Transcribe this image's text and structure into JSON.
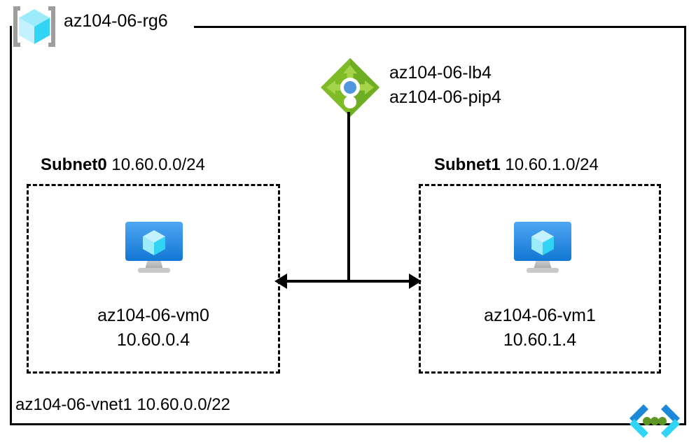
{
  "resource_group": {
    "name": "az104-06-rg6",
    "icon": "resource-group-cube-icon"
  },
  "load_balancer": {
    "icon": "load-balancer-icon",
    "name": "az104-06-lb4",
    "public_ip": "az104-06-pip4"
  },
  "subnets": [
    {
      "name": "Subnet0",
      "cidr": "10.60.0.0/24",
      "vm": {
        "icon": "virtual-machine-icon",
        "name": "az104-06-vm0",
        "ip": "10.60.0.4"
      }
    },
    {
      "name": "Subnet1",
      "cidr": "10.60.1.0/24",
      "vm": {
        "icon": "virtual-machine-icon",
        "name": "az104-06-vm1",
        "ip": "10.60.1.4"
      }
    }
  ],
  "vnet": {
    "name": "az104-06-vnet1",
    "cidr": "10.60.0.0/22",
    "label": "az104-06-vnet1 10.60.0.0/22",
    "icon": "virtual-network-icon"
  },
  "colors": {
    "outline": "#000000",
    "lb_diamond_dark": "#5E9624",
    "lb_diamond_light": "#7FBA27",
    "lb_arrow": "#A5D44A",
    "lb_center_blue": "#5197E0",
    "vm_monitor_top": "#3E9BEF",
    "vm_monitor_bottom": "#1A7BD6",
    "vm_stand": "#B5B5B5",
    "cube_cyan": "#32D4F5",
    "cube_light": "#9CEBFB",
    "rg_bracket": "#9E9E9E",
    "vnet_chevron_dark": "#1E88D8",
    "vnet_chevron_light": "#32D4F5",
    "vnet_dot_green": "#5E9624"
  }
}
